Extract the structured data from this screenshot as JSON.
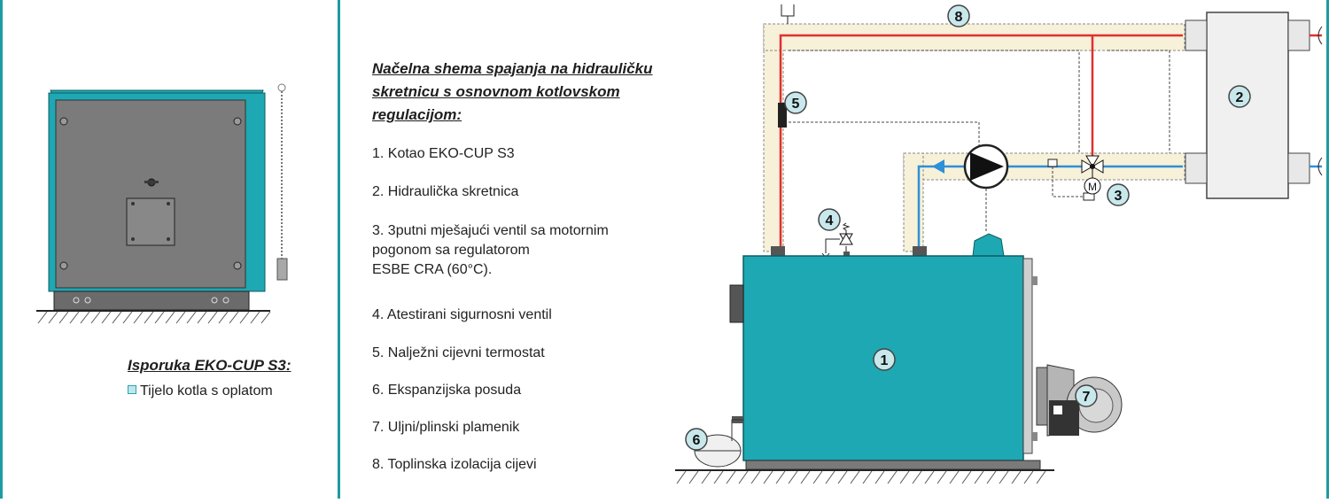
{
  "delivery": {
    "title": "Isporuka EKO-CUP S3:",
    "items": [
      "Tijelo kotla s oplatom"
    ]
  },
  "scheme": {
    "title": "Načelna shema spajanja na hidrauličku skretnicu s osnovnom kotlovskom regulacijom:",
    "legend": [
      "1. Kotao EKO-CUP S3",
      "2. Hidraulička skretnica",
      "3. 3putni mješajući ventil sa motornim\n   pogonom sa regulatorom\n   ESBE CRA (60°C).",
      "4. Atestirani sigurnosni ventil",
      "5. Nalježni cijevni termostat",
      "6. Ekspanzijska posuda",
      "7. Uljni/plinski plamenik",
      "8. Toplinska izolacija cijevi"
    ]
  },
  "diagram": {
    "markers": [
      "1",
      "2",
      "3",
      "4",
      "5",
      "6",
      "7",
      "8"
    ]
  },
  "colors": {
    "accent": "#1f9aa3",
    "boiler": "#1ea8b3",
    "hot_pipe": "#e03030",
    "cold_pipe": "#2f8fd8",
    "insulation": "#f6f1d8"
  }
}
